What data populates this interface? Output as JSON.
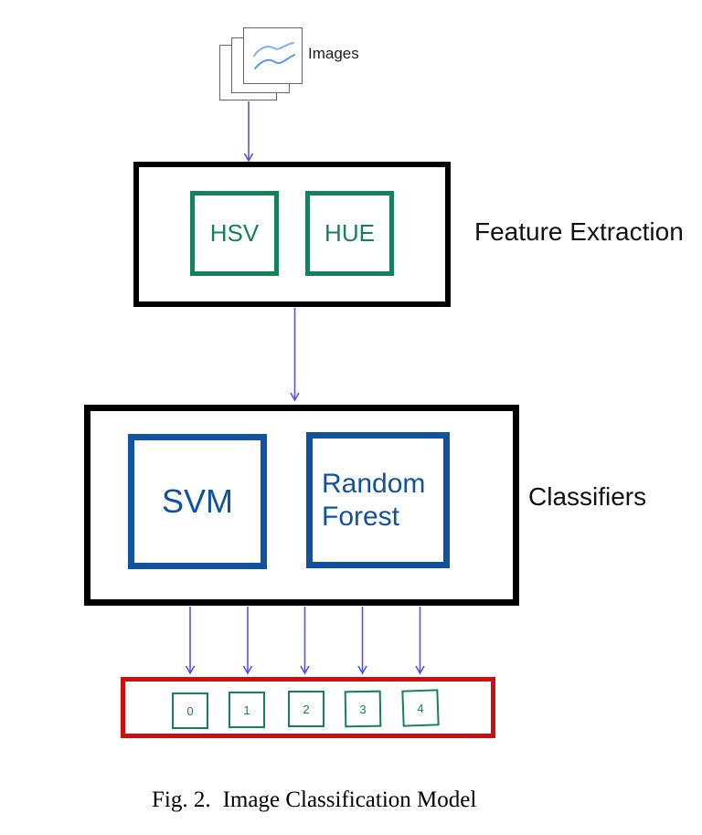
{
  "colors": {
    "outer_box_black": "#000000",
    "feature_green": "#15805c",
    "classifier_blue": "#11529e",
    "output_red": "#cc1010",
    "arrow_blue": "#5456e3",
    "squiggle_blue_1": "#7fb3ea",
    "squiggle_blue_2": "#5a9ae6",
    "stack_border_gray": "#666666",
    "label_black": "#1c1c1c"
  },
  "input": {
    "label": "Images"
  },
  "feature_extraction": {
    "label": "Feature Extraction",
    "modules": [
      {
        "label": "HSV"
      },
      {
        "label": "HUE"
      }
    ]
  },
  "classifiers": {
    "label": "Classifiers",
    "modules": [
      {
        "label": "SVM"
      },
      {
        "label": "Random Forest"
      }
    ]
  },
  "output": {
    "cells": [
      {
        "label": "0"
      },
      {
        "label": "1"
      },
      {
        "label": "2"
      },
      {
        "label": "3"
      },
      {
        "label": "4"
      }
    ]
  },
  "caption": {
    "figure": "Fig. 2.",
    "text": "Image Classification Model"
  }
}
